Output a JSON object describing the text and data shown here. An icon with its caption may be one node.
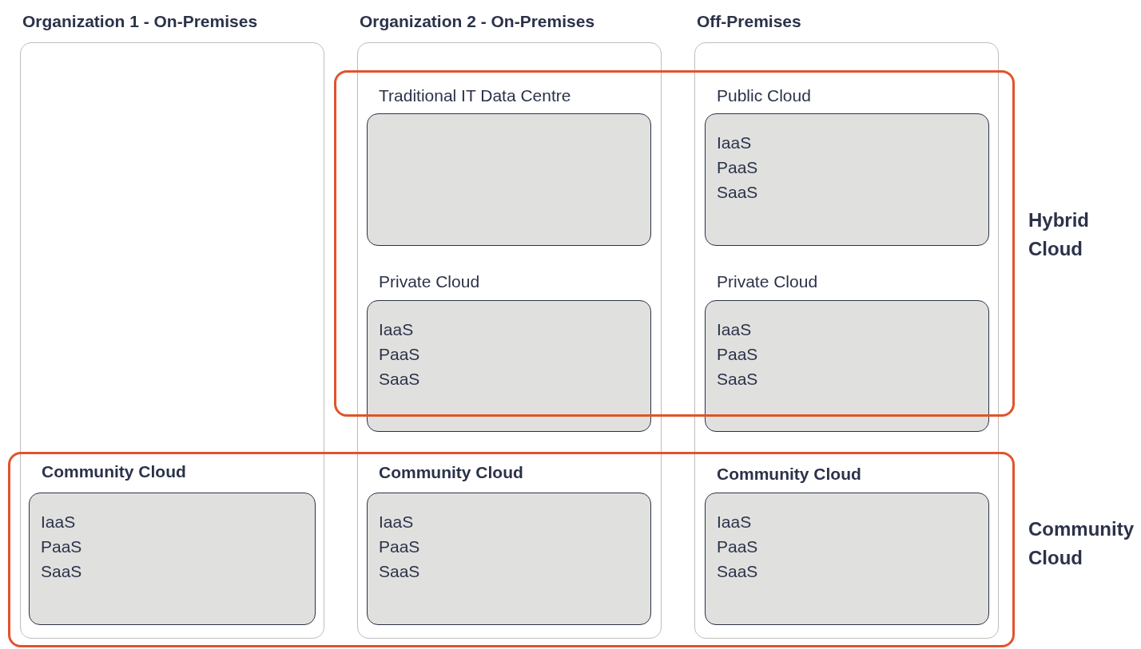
{
  "diagram": {
    "nodes": [
      {
        "text": [
          "Organization 1 - On-Premises"
        ]
      },
      {
        "text": [
          "IaaS",
          "PaaS",
          "SaaS"
        ]
      },
      {
        "text": [
          "Organization 2 - On-Premises"
        ]
      },
      {
        "text": [],
        "shape": "box"
      },
      {
        "text": [
          "IaaS",
          "PaaS",
          "SaaS"
        ],
        "in": 2
      },
      {
        "text": [
          "IaaS",
          "PaaS",
          "SaaS"
        ]
      },
      {
        "text": [
          "Off-Premises"
        ]
      },
      {
        "text": [
          "IaaS",
          "PaaS",
          "SaaS"
        ]
      },
      {
        "text": [
          "IaaS",
          "PaaS",
          "SaaS"
        ],
        "in": 6
      },
      {
        "text": [
          "IaaS",
          "PaaS",
          "SaaS"
        ]
      },
      {
        "text": [
          "Hybrid Cloud"
        ]
      },
      {
        "text": [
          "Community Cloud"
        ]
      }
    ],
    "labels": [
      "Traditional IT Data Centre",
      "Public Cloud",
      "Private Cloud",
      "Private Cloud",
      "Community Cloud",
      "Community Cloud",
      "Community Cloud"
    ]
  }
}
